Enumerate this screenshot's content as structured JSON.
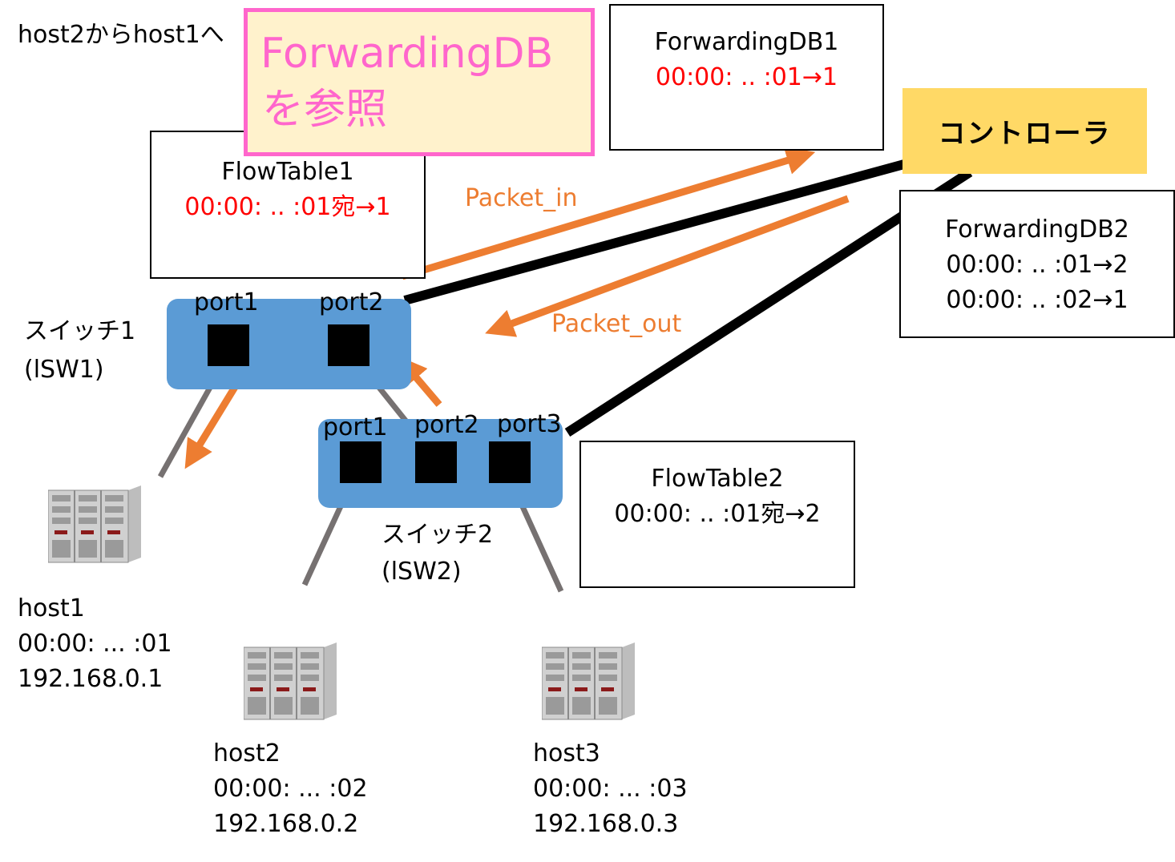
{
  "header_note": "host2からhost1へ",
  "callout": {
    "line1": "ForwardingDB",
    "line2": "を参照"
  },
  "flowtable1": {
    "title": "FlowTable1",
    "entry": "00:00: .. :01宛→1"
  },
  "forwardingdb1": {
    "title": "ForwardingDB1",
    "entry": "00:00: .. :01→1"
  },
  "controller": {
    "label": "コントローラ"
  },
  "forwardingdb2": {
    "title": "ForwardingDB2",
    "entries": [
      "00:00: .. :01→2",
      "00:00: .. :02→1"
    ]
  },
  "flowtable2": {
    "title": "FlowTable2",
    "entry": "00:00: .. :01宛→2"
  },
  "messages": {
    "packet_in": "Packet_in",
    "packet_out": "Packet_out"
  },
  "switch1": {
    "name": "スイッチ1",
    "id": "(lSW1)",
    "ports": [
      "port1",
      "port2"
    ]
  },
  "switch2": {
    "name": "スイッチ2",
    "id": "(lSW2)",
    "ports": [
      "port1",
      "port2",
      "port3"
    ]
  },
  "hosts": [
    {
      "name": "host1",
      "mac": "00:00: ... :01",
      "ip": "192.168.0.1"
    },
    {
      "name": "host2",
      "mac": "00:00: ... :02",
      "ip": "192.168.0.2"
    },
    {
      "name": "host3",
      "mac": "00:00: ... :03",
      "ip": "192.168.0.3"
    }
  ],
  "colors": {
    "switch": "#5b9bd5",
    "arrow": "#ed7d31",
    "controller": "#ffd966",
    "callout_border": "#ff66cc",
    "callout_fill": "#fff2cc",
    "link": "#767171",
    "highlight_text": "#ff0000"
  }
}
